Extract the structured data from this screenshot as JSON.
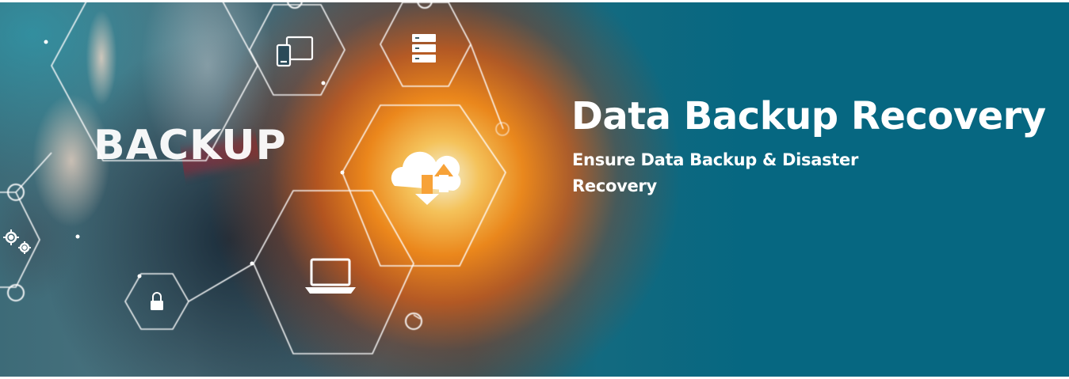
{
  "hero": {
    "title": "Data Backup Recovery",
    "subtitle": "Ensure Data Backup & Disaster Recovery",
    "image_label": "BACKUP",
    "background_color": "#066781",
    "glow_color": "#ff8c1a"
  },
  "icons": [
    "tablet-phone-icon",
    "server-icon",
    "cloud-upload-download-icon",
    "laptop-icon",
    "lock-icon",
    "gears-icon"
  ]
}
